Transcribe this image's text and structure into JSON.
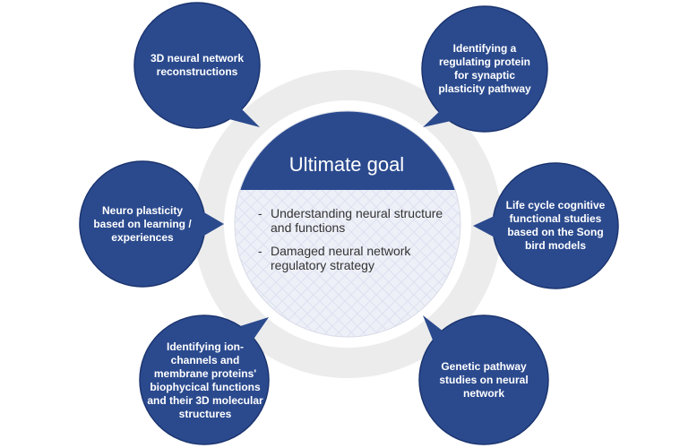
{
  "center": {
    "title": "Ultimate goal",
    "items": [
      "Understanding neural structure and functions",
      "Damaged neural network regulatory strategy"
    ],
    "bullet": "-"
  },
  "satellites": [
    {
      "id": "top-left",
      "label": "3D neural network reconstructions"
    },
    {
      "id": "top-right",
      "label": "Identifying a regulating protein for synaptic plasticity pathway"
    },
    {
      "id": "middle-left",
      "label": "Neuro plasticity based on learning / experiences"
    },
    {
      "id": "middle-right",
      "label": "Life cycle cognitive functional studies based on the Song bird models"
    },
    {
      "id": "bottom-left",
      "label": "Identifying ion-channels and membrane proteins' biophycical functions and their 3D molecular structures"
    },
    {
      "id": "bottom-right",
      "label": "Genetic pathway studies on neural network"
    }
  ],
  "colors": {
    "satellite": "#2b4a8e",
    "satellite_border": "#1c3570",
    "center_top": "#2b4a8e",
    "center_bottom": "#eef0f8",
    "ring": "#ececec"
  }
}
